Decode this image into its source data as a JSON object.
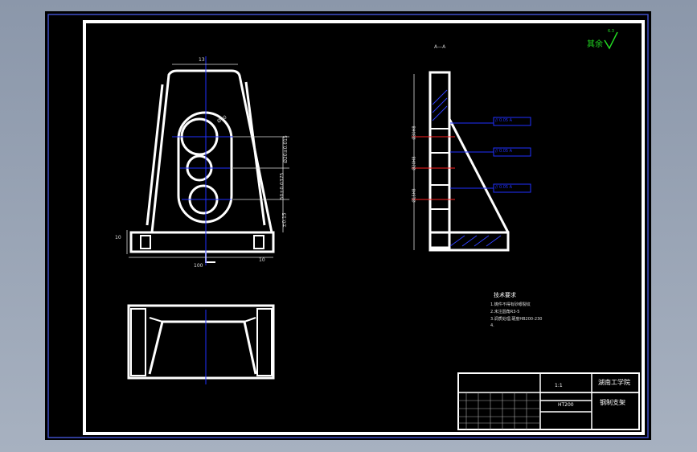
{
  "drawing": {
    "section_label": "A—A",
    "roughness_note": "其余",
    "roughness_value": "6.3",
    "dim_top_width": "13",
    "dim_base_width": "100",
    "dim_left_height": "10",
    "dim_right_small": "10",
    "dim_circle_dia": "Ø20",
    "tolerance_1": "Ø20±0.015",
    "tolerance_2": "50±0.0375",
    "tolerance_3": "±0.15",
    "section_dims": [
      "Ø30H8",
      "Ø20H8",
      "Ø15H8"
    ],
    "feature_frames": [
      "// 0.05 A",
      "// 0.05 A",
      "// 0.05 A"
    ],
    "notes_title": "技术要求",
    "notes": [
      "1.铸件不得有砂眼裂纹",
      "2.未注圆角R3-5",
      "3.调质处理,硬度HB200-230",
      "4."
    ],
    "title_block": {
      "scale": "1:1",
      "company": "湖南工学院",
      "part_name": "钢制支架",
      "material": "HT200"
    }
  }
}
